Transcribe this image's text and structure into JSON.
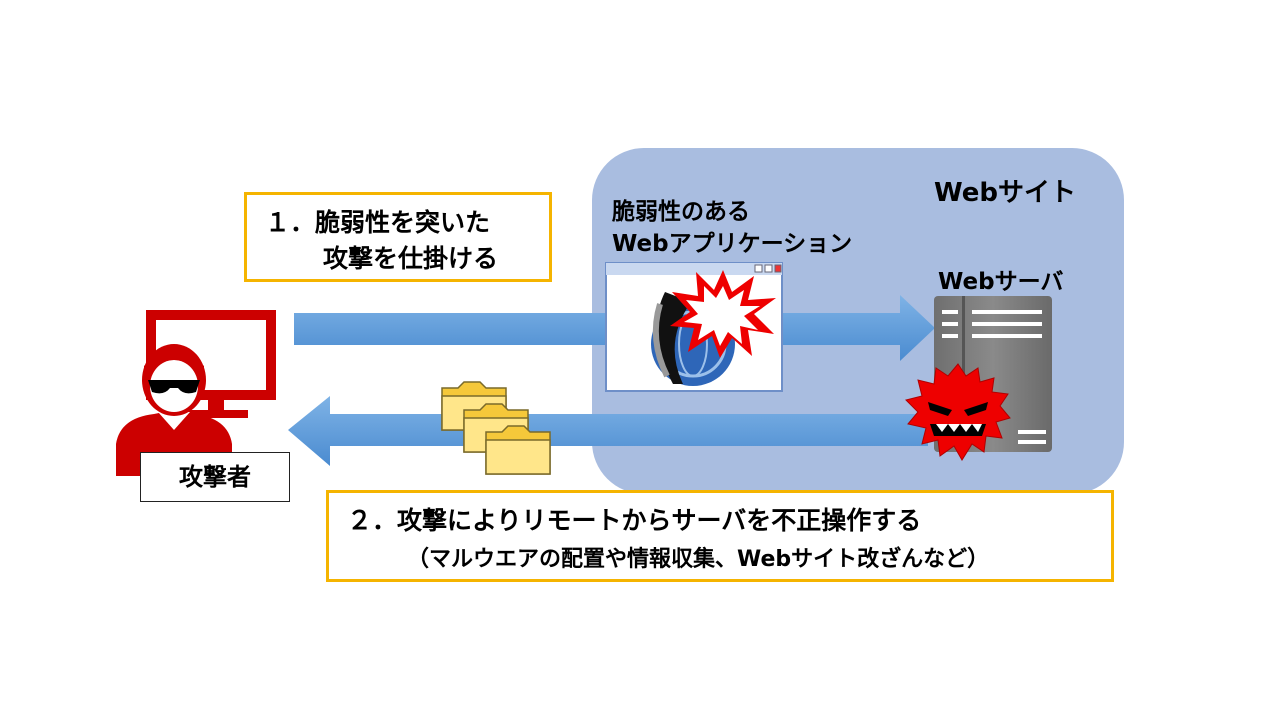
{
  "website": {
    "label": "Webサイト"
  },
  "web_app": {
    "label_line1": "脆弱性のある",
    "label_line2": "Webアプリケーション"
  },
  "web_server": {
    "label": "Webサーバ"
  },
  "step1": {
    "line1": "１．脆弱性を突いた",
    "line2": "攻撃を仕掛ける"
  },
  "step2": {
    "line1": "２．攻撃によりリモートからサーバを不正操作する",
    "line2": "（マルウエアの配置や情報収集、Webサイト改ざんなど）"
  },
  "attacker": {
    "label": "攻撃者"
  },
  "colors": {
    "site_panel": "#a9bde0",
    "arrow": "#5b9bd5",
    "callout_border": "#f5b400",
    "attacker_red": "#cc0000",
    "malware_red": "#ee0000",
    "server_gray": "#7f7f7f",
    "folder_yellow": "#f5c83a"
  },
  "icons": [
    "attacker-person-icon",
    "monitor-icon",
    "browser-window-icon",
    "explosion-icon",
    "server-icon",
    "malware-monster-icon",
    "folder-icon"
  ]
}
